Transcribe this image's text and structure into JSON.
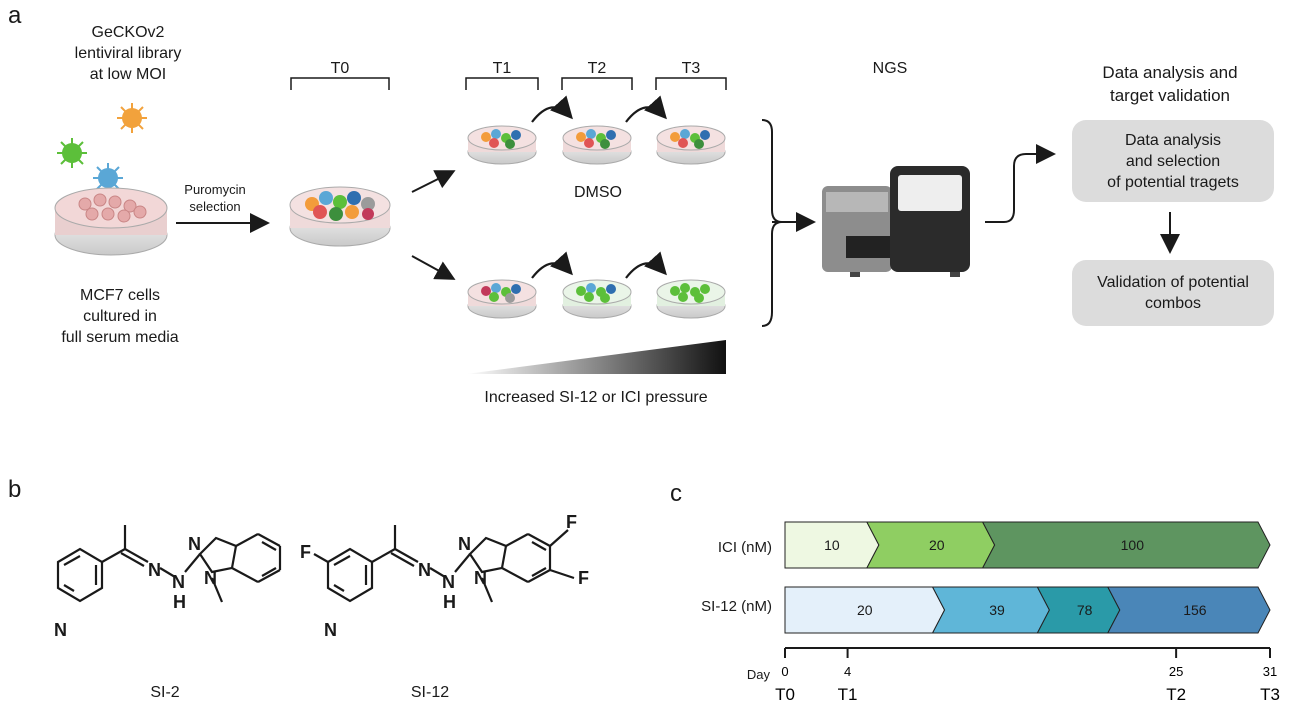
{
  "panels": {
    "a": "a",
    "b": "b",
    "c": "c"
  },
  "panel_a": {
    "library_label": [
      "GeCKOv2",
      "lentiviral library",
      "at low MOI"
    ],
    "cells_label": [
      "MCF7 cells",
      "cultured in",
      "full serum media"
    ],
    "selection_label": [
      "Puromycin",
      "selection"
    ],
    "timepoints": [
      "T0",
      "T1",
      "T2",
      "T3"
    ],
    "dmso_label": "DMSO",
    "pressure_label": "Increased SI-12 or ICI pressure",
    "ngs_label": "NGS",
    "analysis_title": [
      "Data analysis and",
      "target validation"
    ],
    "analysis_box": [
      "Data analysis",
      "and selection",
      "of potential tragets"
    ],
    "validation_box": [
      "Validation of potential",
      "combos"
    ]
  },
  "panel_b": {
    "compounds": [
      {
        "name": "SI-2",
        "atoms": {
          "n_pyridine": "N",
          "n_hydrazone1": "N",
          "n_hydrazone2": "N",
          "h": "H",
          "n_benz1": "N",
          "n_benz2": "N"
        }
      },
      {
        "name": "SI-12",
        "atoms": {
          "f_pyridine": "F",
          "n_pyridine": "N",
          "n_hydrazone1": "N",
          "n_hydrazone2": "N",
          "h": "H",
          "n_benz1": "N",
          "n_benz2": "N",
          "f1": "F",
          "f2": "F"
        }
      }
    ]
  },
  "panel_c": {
    "day_label": "Day",
    "tick_days": [
      "0",
      "4",
      "25",
      "31"
    ],
    "tick_times": [
      "T0",
      "T1",
      "T2",
      "T3"
    ],
    "rows": [
      {
        "label": "ICI (nM)",
        "segments": [
          {
            "value": "10",
            "start": 0,
            "end": 6,
            "color": "#eef8e2"
          },
          {
            "value": "20",
            "start": 6,
            "end": 13.4,
            "color": "#8fce62"
          },
          {
            "value": "100",
            "start": 13.4,
            "end": 31,
            "color": "#5e9560"
          }
        ]
      },
      {
        "label": "SI-12 (nM)",
        "segments": [
          {
            "value": "20",
            "start": 0,
            "end": 10.2,
            "color": "#e4f0fa"
          },
          {
            "value": "39",
            "start": 10.2,
            "end": 16.9,
            "color": "#5fb6d8"
          },
          {
            "value": "78",
            "start": 16.9,
            "end": 21.4,
            "color": "#2a9aa8"
          },
          {
            "value": "156",
            "start": 21.4,
            "end": 31,
            "color": "#4a86b8"
          }
        ]
      }
    ]
  }
}
